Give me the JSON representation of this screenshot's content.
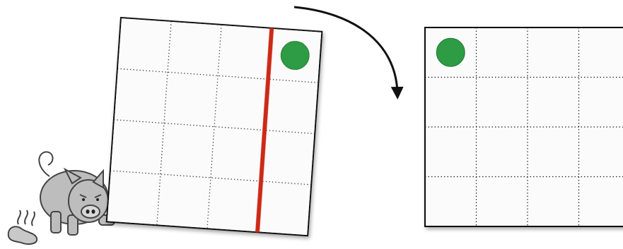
{
  "diagram": {
    "grid": {
      "rows": 4,
      "columns": 4
    },
    "left_board": {
      "token": {
        "row": 1,
        "column": 4,
        "shape": "circle"
      },
      "red_line_after_column": 3
    },
    "right_board": {
      "token": {
        "row": 1,
        "column": 1,
        "shape": "circle"
      }
    },
    "transition_arrow": "curved-arrow-down-right"
  },
  "colors": {
    "board_fill": "#fbfbfb",
    "board_border": "#111111",
    "grid_line": "#222222",
    "token_green": "#2e9b44",
    "token_green_edge": "#237a35",
    "divider_red": "#cc2a16",
    "arrow": "#111111",
    "pig_fill": "#bdbdbd",
    "pig_outline": "#444444"
  }
}
